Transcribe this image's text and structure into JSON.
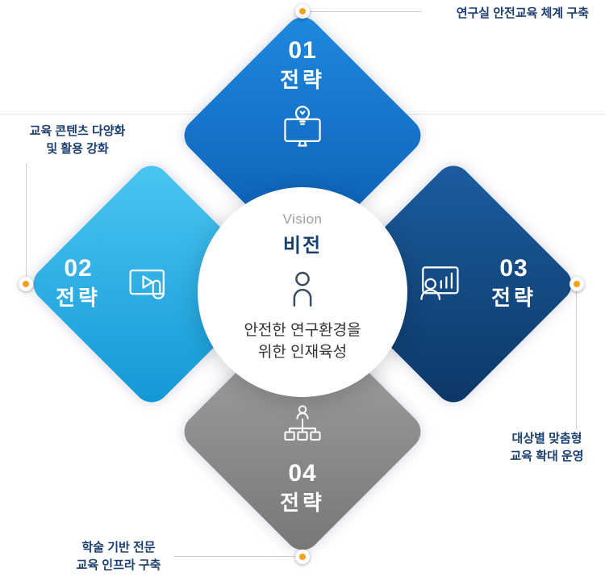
{
  "center": {
    "vision_label_en": "Vision",
    "vision_label_ko": "비전",
    "tagline_line1": "안전한 연구환경을",
    "tagline_line2": "위한 인재육성",
    "icon": "person-icon"
  },
  "strategies": {
    "top": {
      "number": "01",
      "label": "전략",
      "icon": "monitor-lightbulb-icon"
    },
    "left": {
      "number": "02",
      "label": "전략",
      "icon": "video-play-clip-icon"
    },
    "right": {
      "number": "03",
      "label": "전략",
      "icon": "presenter-chart-icon"
    },
    "bottom": {
      "number": "04",
      "label": "전략",
      "icon": "org-hierarchy-icon"
    }
  },
  "annotations": {
    "top": {
      "text": "연구실 안전교육 체계 구축"
    },
    "left": {
      "line1": "교육 콘텐츠 다양화",
      "line2": "및 활용 강화"
    },
    "right": {
      "line1": "대상별 맞춤형",
      "line2": "교육 확대 운영"
    },
    "bottom": {
      "line1": "학술 기반 전문",
      "line2": "교육 인프라 구축"
    }
  },
  "colors": {
    "diamond_top_start": "#1f8ade",
    "diamond_top_end": "#0a5ab1",
    "diamond_left_start": "#4cc7f2",
    "diamond_left_end": "#1297d6",
    "diamond_right_start": "#1c5da0",
    "diamond_right_end": "#0c3766",
    "diamond_bottom_start": "#a6a6a6",
    "diamond_bottom_end": "#767676",
    "annotation_text": "#1b3f70",
    "vision_ko_text": "#17406d",
    "marker_dot": "#f5a11e",
    "connector_line": "#cfcfcf"
  }
}
